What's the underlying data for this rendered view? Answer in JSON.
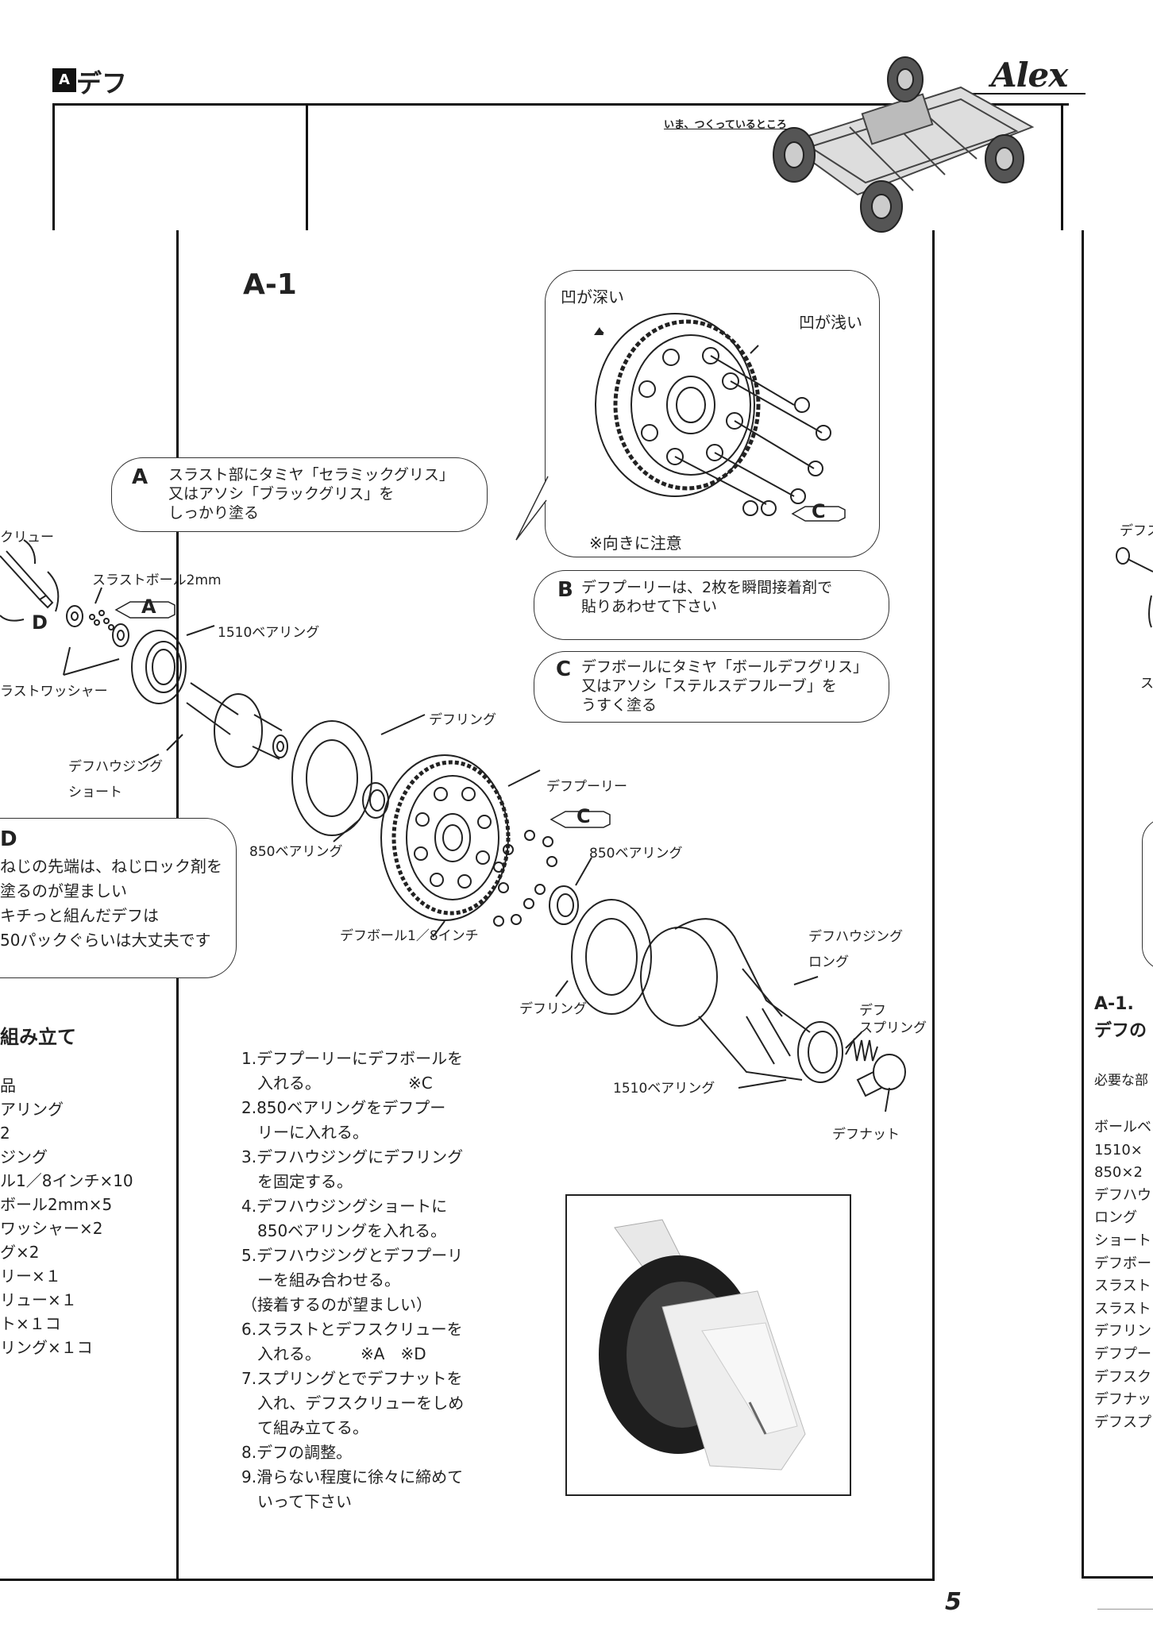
{
  "header": {
    "section_badge": "A",
    "section_title": "デフ",
    "logo": "Alex",
    "caption": "いま、つくっているところ"
  },
  "step_title": "A-1",
  "callouts": {
    "A": {
      "letter": "A",
      "text": "スラスト部にタミヤ「セラミックグリス」\n又はアソシ「ブラックグリス」を\nしっかり塗る"
    },
    "B": {
      "letter": "B",
      "text": "デフプーリーは、2枚を瞬間接着剤で\n貼りあわせて下さい"
    },
    "C": {
      "letter": "C",
      "text": "デフボールにタミヤ「ボールデフグリス」\n又はアソシ「ステルスデフルーブ」を\nうすく塗る"
    },
    "D": {
      "letter": "D",
      "text": "ねじの先端は、ねじロック剤を\n塗るのが望ましい\nキチっと組んだデフは\n50パックぐらいは大丈夫です"
    }
  },
  "inset": {
    "deep": "凹が深い",
    "shallow": "凹が浅い",
    "note": "※向きに注意"
  },
  "diagram_labels": {
    "screw": "クリュー",
    "thrust_ball": "スラストボール2mm",
    "bearing_1510_top": "1510ベアリング",
    "thrust_washer": "ラストワッシャー",
    "housing_short": "デフハウジング\nショート",
    "diff_ring_top": "デフリング",
    "bearing_850_left": "850ベアリング",
    "diff_pulley": "デフプーリー",
    "bearing_850_right": "850ベアリング",
    "diff_ball": "デフボール1／8インチ",
    "housing_long": "デフハウジング\nロング",
    "diff_ring_bottom": "デフリング",
    "diff_spring": "デフ\nスプリング",
    "bearing_1510_bottom": "1510ベアリング",
    "diff_nut": "デフナット",
    "tag_a": "A",
    "tag_c": "C",
    "tag_d": "D"
  },
  "steps": [
    "1.デフプーリーにデフボールを",
    "　入れる。　　　　　　※C",
    "2.850ベアリングをデフプー",
    "　リーに入れる。",
    "3.デフハウジングにデフリング",
    "　を固定する。",
    "4.デフハウジングショートに",
    "　850ベアリングを入れる。",
    "5.デフハウジングとデフプーリ",
    "　ーを組み合わせる。",
    "（接着するのが望ましい）",
    "6.スラストとデフスクリューを",
    "　入れる。　　　※A　※D",
    "7.スプリングとでデフナットを",
    "　入れ、デフスクリューをしめ",
    "　て組み立てる。",
    "8.デフの調整。",
    "9.滑らない程度に徐々に締めて",
    "　いって下さい"
  ],
  "left_panel": {
    "heading": "組み立て",
    "items": [
      "品",
      "",
      "アリング",
      "2",
      "",
      "ジング",
      "",
      "",
      "ル1／8インチ×10",
      "ボール2mm×5",
      "ワッシャー×2",
      "グ×2",
      "リー×１",
      "リュー×１",
      "ト×１コ",
      "リング×１コ"
    ]
  },
  "right_panel": {
    "side_label_1": "デフス",
    "side_label_2": "ス",
    "heading_1": "A-1.",
    "heading_2": "デフの",
    "subheading": "必要な部",
    "items": [
      "ボールベ",
      "1510×",
      "850×2",
      "デフハウ",
      "ロング",
      "ショート",
      "デフボー",
      "スラスト",
      "スラスト",
      "デフリン",
      "デフプー",
      "デフスク",
      "デフナッ",
      "デフスプ"
    ]
  },
  "page_number": "5"
}
